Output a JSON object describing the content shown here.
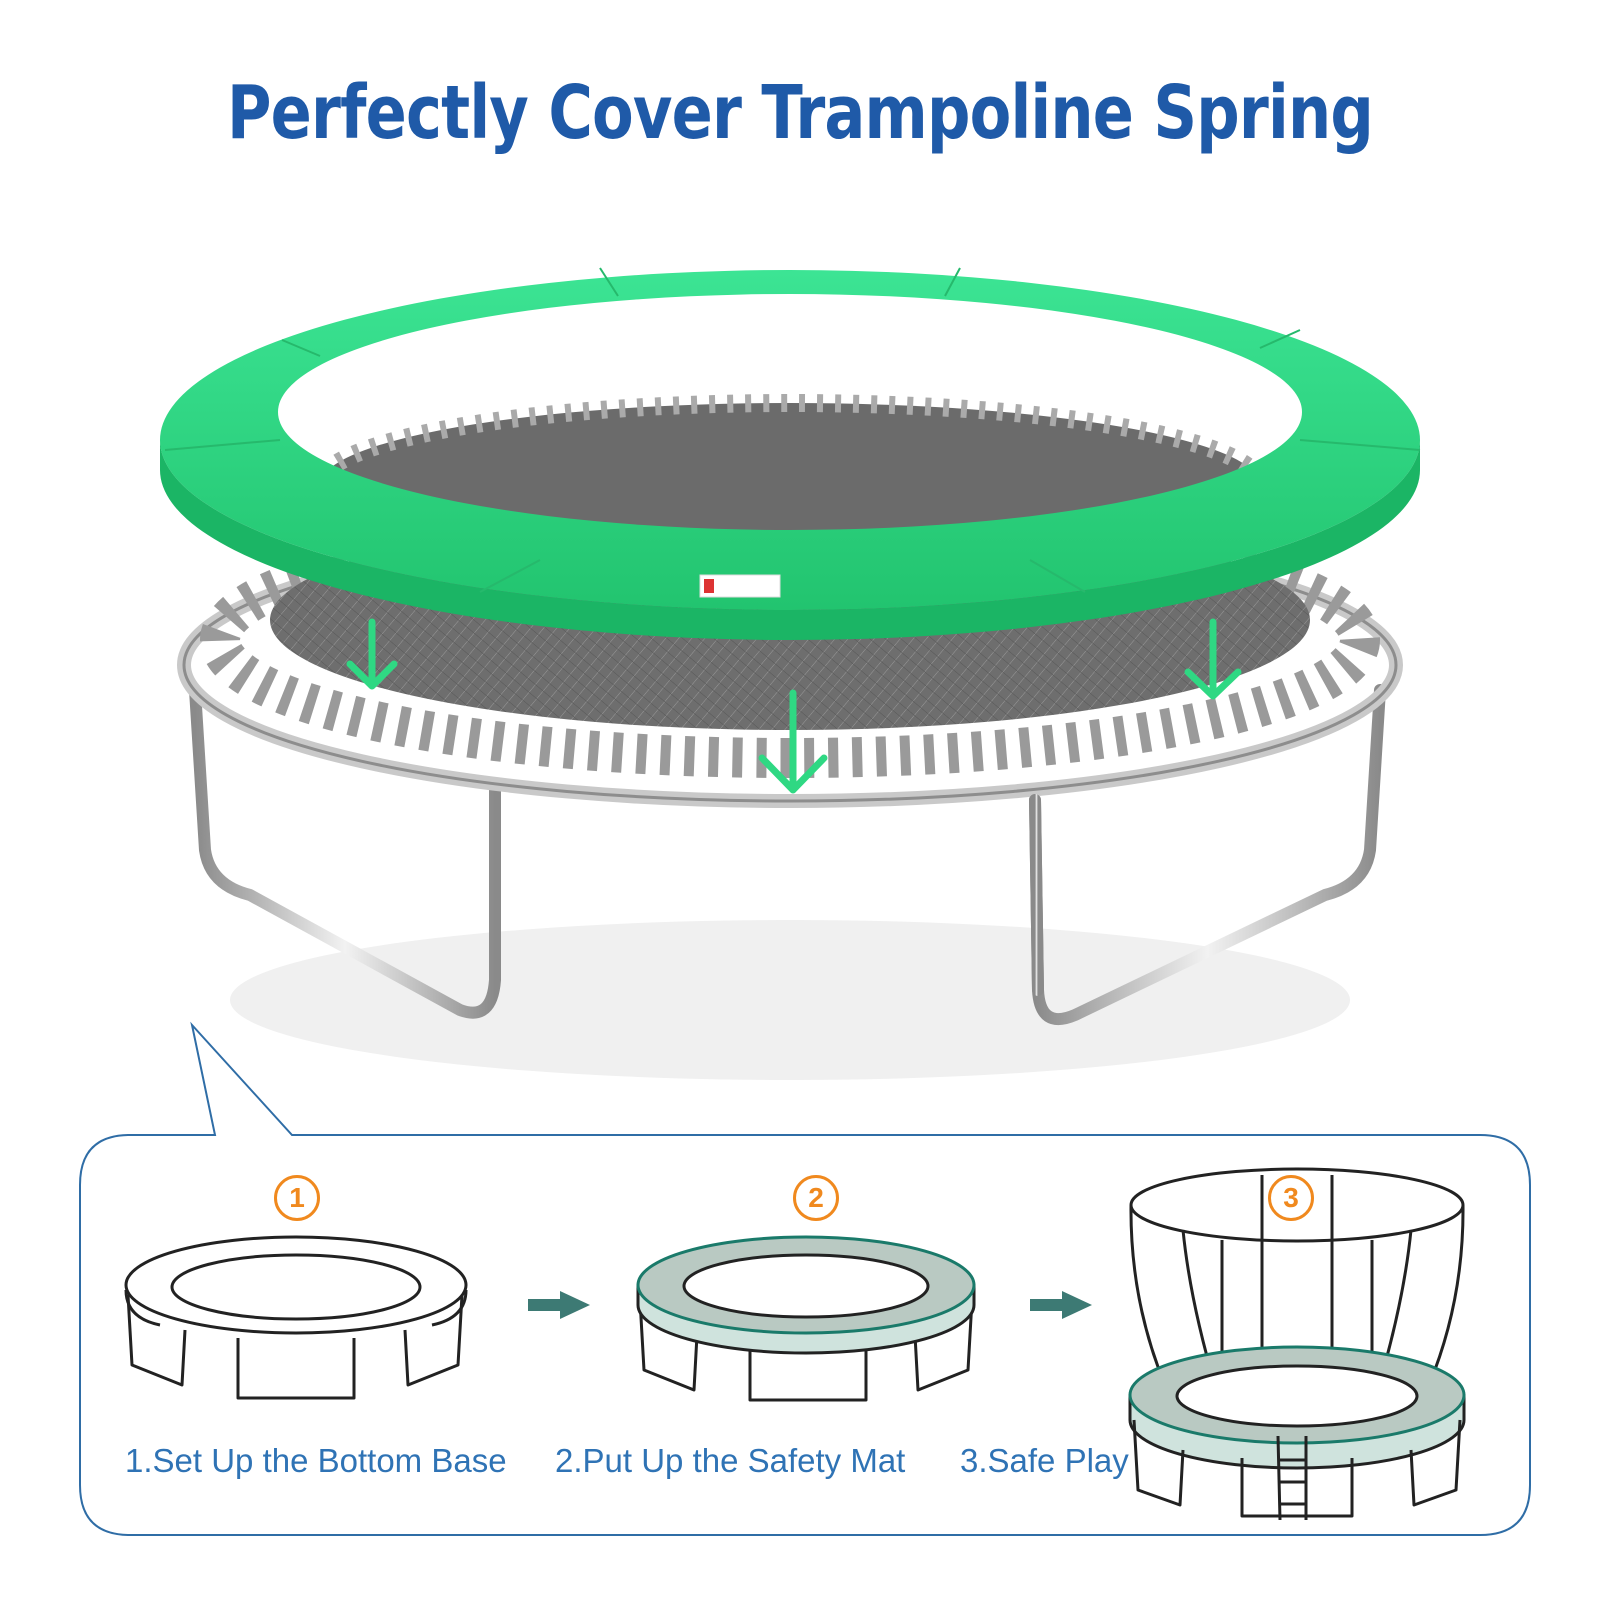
{
  "title": "Perfectly Cover Trampoline Spring",
  "colors": {
    "title_blue": "#1f5aa8",
    "pad_green": "#2fd883",
    "arrow_green": "#2fd883",
    "step_orange": "#f0891e",
    "label_blue": "#2f73b5",
    "callout_border": "#2f6da6",
    "flow_arrow": "#3d7a74"
  },
  "steps": [
    {
      "number": "1",
      "label": "1.Set Up the Bottom Base"
    },
    {
      "number": "2",
      "label": "2.Put Up the Safety Mat"
    },
    {
      "number": "3",
      "label": "3.Safe Play"
    }
  ],
  "icons": [
    "down-arrow-icon",
    "right-arrow-icon"
  ]
}
